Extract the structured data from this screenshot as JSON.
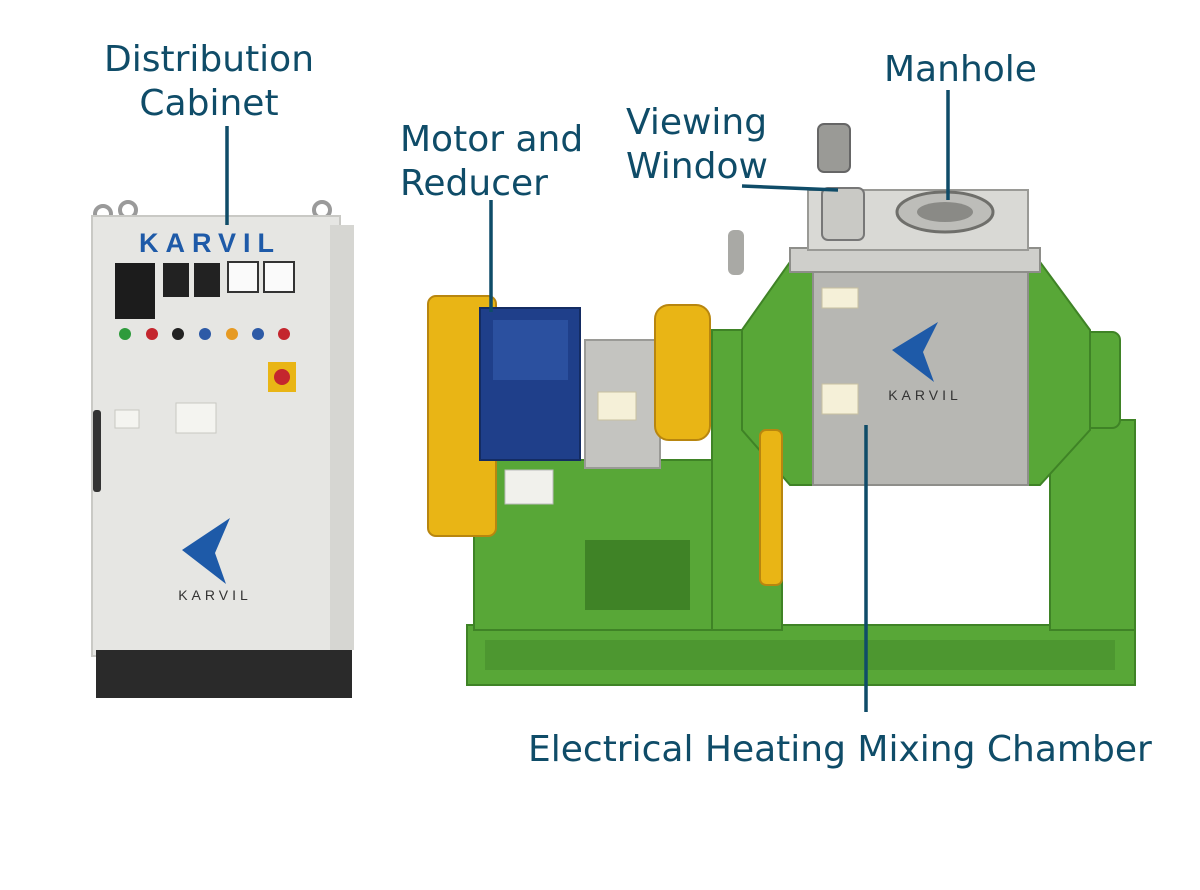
{
  "colors": {
    "label": "#0f4c68",
    "leader": "#0f4c68",
    "cabinet": "#e6e6e3",
    "cabinet_base": "#2a2a2a",
    "frame_green": "#58a737",
    "frame_green_dark": "#3f8326",
    "chamber_steel": "#b7b7b3",
    "motor_blue": "#1f3f8a",
    "guard_yellow": "#e9b515",
    "brand_blue": "#1e5aa8"
  },
  "callouts": {
    "distribution_cabinet": [
      "Distribution",
      "Cabinet"
    ],
    "motor_and_reducer": [
      "Motor and",
      "Reducer"
    ],
    "viewing_window": [
      "Viewing",
      "Window"
    ],
    "manhole": [
      "Manhole"
    ],
    "mixing_chamber": [
      "Electrical Heating Mixing Chamber"
    ]
  },
  "brand": {
    "cabinet_header": "KARVIL",
    "cabinet_logo_text": "KARVIL",
    "chamber_logo_text": "KARVIL"
  }
}
